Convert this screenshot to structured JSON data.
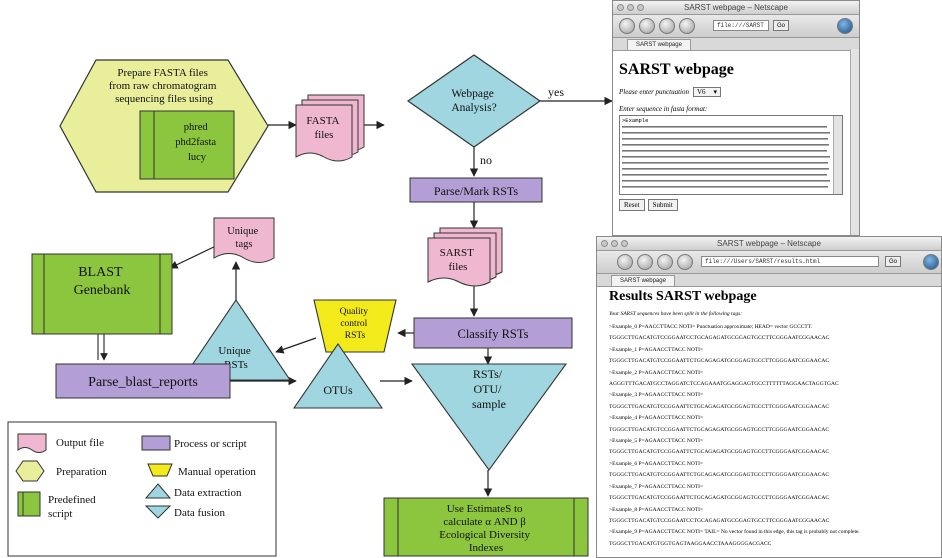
{
  "flowchart": {
    "prep_text": [
      "Prepare FASTA files",
      "from raw chromatogram",
      "sequencing files using"
    ],
    "prep_tools": [
      "phred",
      "phd2fasta",
      "lucy"
    ],
    "fasta_files": [
      "FASTA",
      "files"
    ],
    "decision": [
      "Webpage",
      "Analysis?"
    ],
    "yes": "yes",
    "no": "no",
    "parse_mark": "Parse/Mark RSTs",
    "sarst_files": [
      "SARST",
      "files"
    ],
    "quality_control": [
      "Quality",
      "control",
      "RSTs"
    ],
    "classify": "Classify RSTs",
    "unique_tags": [
      "Unique",
      "tags"
    ],
    "unique_rsts": [
      "Unique",
      "RSTs"
    ],
    "blast": [
      "BLAST",
      "Genebank"
    ],
    "parse_blast": "Parse_blast_reports",
    "otus": "OTUs",
    "rst_otu": [
      "RSTs/",
      "OTU/",
      "sample"
    ],
    "estimates": [
      "Use EstimateS to",
      "calculate α AND β",
      "Ecological Diversity",
      "Indexes"
    ]
  },
  "legend": {
    "output_file": "Output file",
    "process": "Process or script",
    "preparation": "Preparation",
    "manual": "Manual operation",
    "predefined": [
      "Predefined",
      "script"
    ],
    "extraction": "Data extraction",
    "fusion": "Data fusion"
  },
  "colors": {
    "prep": "#e8ee9a",
    "predefined": "#8cc63f",
    "process": "#b39ed6",
    "output": "#f0b8d0",
    "triangle": "#9fd6e0",
    "manual": "#f2ea1a"
  },
  "browser1": {
    "window_title": "SARST webpage – Netscape",
    "url": "file:///SARST",
    "go": "Go",
    "tab": "SARST webpage",
    "heading": "SARST webpage",
    "punct_label": "Please enter punctuation",
    "punct_value": "V6",
    "seq_label": "Enter sequence in fasta format:",
    "seq_first": ">Example",
    "reset": "Reset",
    "submit": "Submit"
  },
  "browser2": {
    "window_title": "SARST webpage – Netscape",
    "url": "file:///Users/SARST/results.html",
    "go": "Go",
    "tab": "SARST webpage",
    "heading": "Results SARST webpage",
    "intro": "Your SARST sequences have been split in the following tags:",
    "lines": [
      ">Example_0 P=AACCTTACC NOTI= Punctuation approximate; HEAD= vector GCCCTT.",
      "TGGGCTTGACATGTCCGGAATCCTGCAGAGATGCGGAGTGCCTTCGGGAATCGGAACAC",
      ">Example_1 P=AGAACCTTACC NOTI=",
      "TGGGCTTGACATGTCCGGAATTCTGCAGAGATGCGGAGTGCCTTCGGGAATCGGAACAC",
      ">Example_2 P=AGAACCTTACC NOTI=",
      "AGGGTTTGACATGCCTAGGATCTCCAGAAATGGAGGAGTGCCTTTTTTAGGAACTAGGTGAC",
      ">Example_3 P=AGAACCTTACC NOTI=",
      "TGGGCTTGACATGTCCGGAATTCTGCAGAGATGCGGAGTGCCTTCGGGAATCGGAACAC",
      ">Example_4 P=AGAACCTTACC NOTI=",
      "TGGGCTTGACATGTCCGGAATTCTGCAGAGATGCGGAGTGCCTTCGGGAATCGGAACAC",
      ">Example_5 P=AGAACCTTACC NOTI=",
      "TGGGCTTGACATGTCCGGAATTCTGCAGAGATGCGGAGTGCCTTCGGGAATCGGAACAC",
      ">Example_6 P=AGAACCTTACC NOTI=",
      "TGGGCTTGACATGTCCGGAATTCTGCAGAGATGCGGAGTGCCTTCGGGAATCGGAACAC",
      ">Example_7 P=AGAACCTTACC NOTI=",
      "TGGGCTTGACATGTCCGGAATTCTGCAGAGATGCGGAGTGCCTTCGGGAATCGGAACAC",
      ">Example_8 P=AGAACCTTACC NOTI=",
      "TGGGCTTGACATGTCCGGAATCCTGCAGAGATGCGGAGTGCCTTCGGGAATCGGAACAC",
      ">Example_9 P=AGAACCTTACC NOTI= TAIL= No vector found in this edge, this tag is probably not complete.",
      "TGGGCTTGACATGTGGTGAGTAAGGAACCTAAAGGGGACGACC"
    ]
  }
}
